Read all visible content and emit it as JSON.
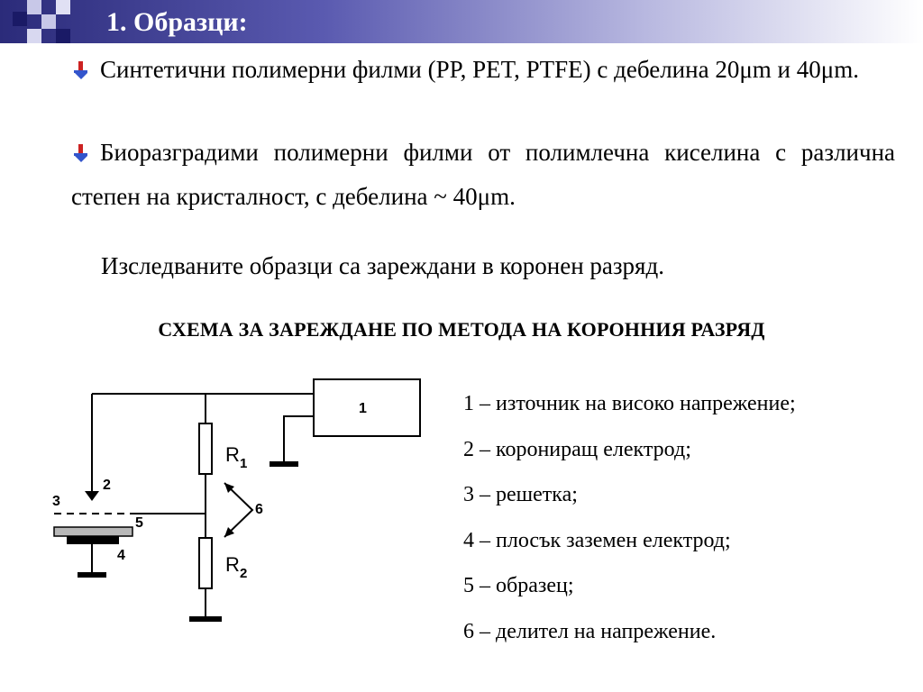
{
  "slide": {
    "title": "1. Образци:",
    "bullets": [
      "Синтетични полимерни филми (PP, PET, PTFE) с дебелина 20μm и 40μm.",
      "Биоразградими полимерни филми от полимлечна киселина с различна степен на кристалност, с дебелина ~ 40μm."
    ],
    "note": "Изследваните образци са зареждани в коронен разряд.",
    "schema_title": "СХЕМА ЗА ЗАРЕЖДАНЕ ПО МЕТОДА НА КОРОННИЯ РАЗРЯД",
    "diagram": {
      "box_label": "1",
      "label_2": "2",
      "label_3": "3",
      "label_4": "4",
      "label_5": "5",
      "label_6": "6",
      "r1": "R",
      "r1_sub": "1",
      "r2": "R",
      "r2_sub": "2"
    },
    "legend": [
      "1 – източник на високо напрежение;",
      "2 – корониращ електрод;",
      "3 – решетка;",
      "4 – плосък заземен електрод;",
      "5 – образец;",
      "6 – делител на напрежение."
    ]
  },
  "colors": {
    "title_dark": "#2b2b7a",
    "bullet_red": "#cc2222",
    "bullet_blue": "#3355cc",
    "deco_navy": "#1a1a66",
    "deco_light": "#b8b8e0"
  },
  "icons": {
    "bullet": "arrow-down-bullet-icon"
  }
}
